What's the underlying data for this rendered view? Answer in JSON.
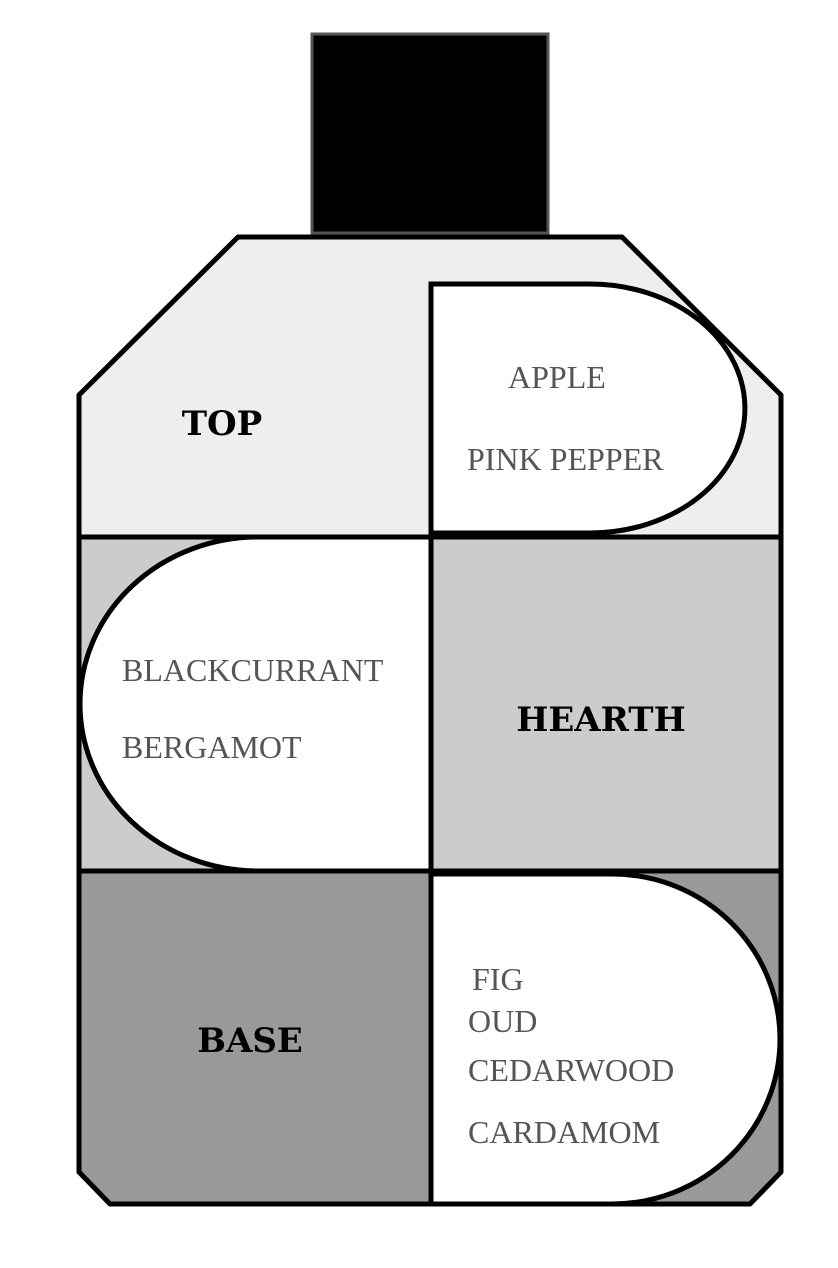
{
  "colors": {
    "cap": "#000000",
    "top_band": "#eeeeee",
    "hearth_band": "#cccccc",
    "base_band": "#999999",
    "note_box": "#ffffff",
    "note_text": "#555555",
    "label_text": "#000000"
  },
  "tiers": {
    "top": {
      "label": "TOP",
      "notes": [
        "APPLE",
        "PINK PEPPER"
      ]
    },
    "hearth": {
      "label": "HEARTH",
      "notes": [
        "BLACKCURRANT",
        "BERGAMOT"
      ]
    },
    "base": {
      "label": "BASE",
      "notes": [
        "FIG",
        "OUD",
        "CEDARWOOD",
        "CARDAMOM"
      ]
    }
  }
}
